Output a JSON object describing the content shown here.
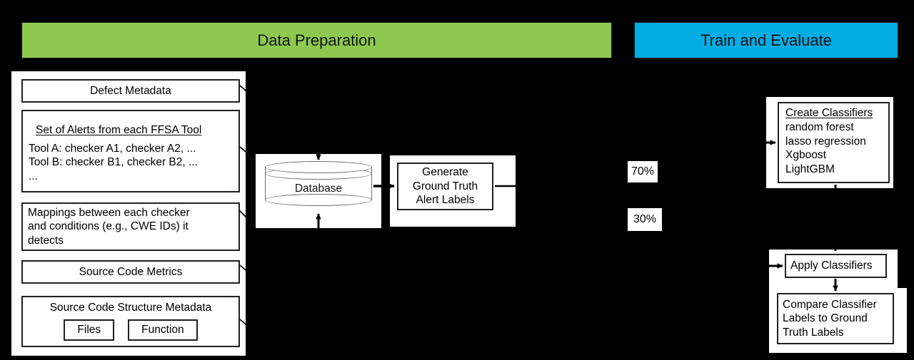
{
  "banners": {
    "data_preparation": "Data Preparation",
    "train_and_evaluate": "Train and Evaluate"
  },
  "colors": {
    "data_preparation_bg": "#8DC94F",
    "train_evaluate_bg": "#03ACE4",
    "box_border": "#231F20",
    "canvas_bg": "#000000",
    "panel_bg": "#FFFFFF",
    "cylinder_stroke": "#6F6F6F"
  },
  "data_preparation": {
    "inputs": [
      {
        "title": "Defect Metadata"
      },
      {
        "title": "Set of Alerts from each FFSA Tool",
        "lines": [
          "Tool A: checker A1, checker A2, ...",
          "Tool B: checker B1, checker B2, ...",
          "..."
        ]
      },
      {
        "lines": [
          "Mappings between each checker",
          "and conditions (e.g., CWE IDs) it",
          "detects"
        ]
      },
      {
        "title": "Source Code Metrics"
      },
      {
        "title": "Source Code Structure Metadata",
        "sub_boxes": [
          "Files",
          "Function"
        ]
      }
    ],
    "database": {
      "label": "Database"
    },
    "generate": {
      "lines": [
        "Generate",
        "Ground Truth",
        "Alert Labels"
      ]
    }
  },
  "split": {
    "train_percent": "70%",
    "test_percent": "30%"
  },
  "train_and_evaluate": {
    "create_classifiers": {
      "title": "Create Classifiers",
      "items": [
        "random forest",
        "lasso regression",
        "Xgboost",
        "LightGBM"
      ]
    },
    "apply_classifiers": {
      "label": "Apply Classifiers"
    },
    "compare": {
      "lines": [
        "Compare Classifier",
        "Labels to Ground",
        "Truth Labels"
      ]
    }
  }
}
